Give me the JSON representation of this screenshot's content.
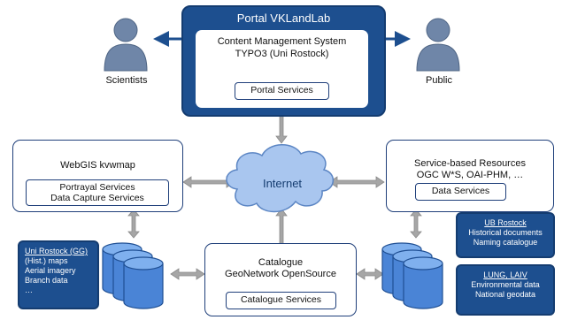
{
  "portal": {
    "title": "Portal VKLandLab",
    "cms_line1": "Content Management System",
    "cms_line2": "TYPO3 (Uni Rostock)",
    "services": "Portal Services"
  },
  "users": {
    "left": "Scientists",
    "right": "Public"
  },
  "internet": {
    "label": "Internet"
  },
  "webgis": {
    "title": "WebGIS kvwmap",
    "service1": "Portrayal Services",
    "service2": "Data Capture Services"
  },
  "resources": {
    "title": "Service-based Resources",
    "subtitle": "OGC W*S, OAI-PHM, …",
    "services": "Data Services"
  },
  "catalogue": {
    "title": "Catalogue",
    "subtitle": "GeoNetwork OpenSource",
    "services": "Catalogue Services"
  },
  "info_left": {
    "title": "Uni Rostock (GG)",
    "lines": [
      "(Hist.) maps",
      "Aerial imagery",
      "Branch  data",
      "…"
    ]
  },
  "info_right_top": {
    "title": "UB Rostock",
    "lines": [
      "Historical documents",
      "Naming catalogue"
    ]
  },
  "info_right_bottom": {
    "title": "LUNG, LAIV",
    "lines": [
      "Environmental data",
      "National geodata"
    ]
  },
  "colors": {
    "primary": "#1d4f8f",
    "dark": "#143c70",
    "arrow": "#9e9e9e",
    "cloud": "#a9c6ef",
    "person": "#6f86a8",
    "db": "#4a84d6"
  }
}
